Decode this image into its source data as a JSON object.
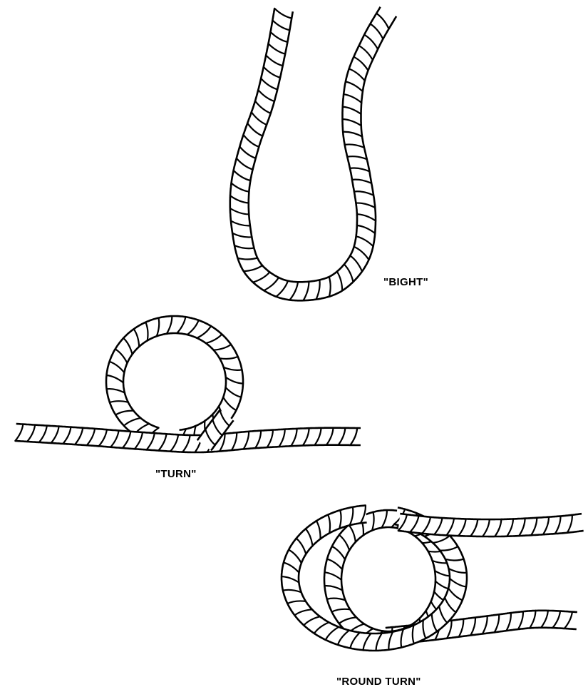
{
  "colors": {
    "background": "#ffffff",
    "ink": "#000000"
  },
  "figures": [
    {
      "id": "bight",
      "label": "\"BIGHT\""
    },
    {
      "id": "turn",
      "label": "\"TURN\""
    },
    {
      "id": "round_turn",
      "label": "\"ROUND TURN\""
    }
  ]
}
